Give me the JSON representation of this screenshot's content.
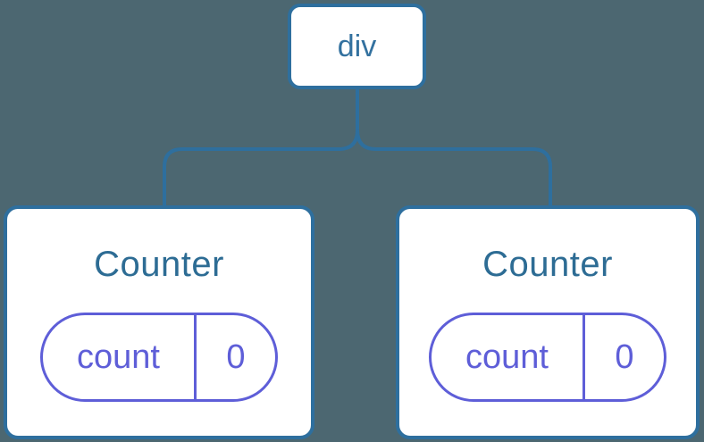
{
  "diagram": {
    "root": {
      "label": "div"
    },
    "children": [
      {
        "title": "Counter",
        "state": {
          "key": "count",
          "value": "0"
        }
      },
      {
        "title": "Counter",
        "state": {
          "key": "count",
          "value": "0"
        }
      }
    ],
    "colors": {
      "background": "#4c6771",
      "node_bg": "#ffffff",
      "node_border": "#2e6f9e",
      "connector": "#2e6f9e",
      "root_label": "#33719f",
      "title_text": "#2d6c94",
      "state_accent": "#5e5ed8"
    }
  }
}
